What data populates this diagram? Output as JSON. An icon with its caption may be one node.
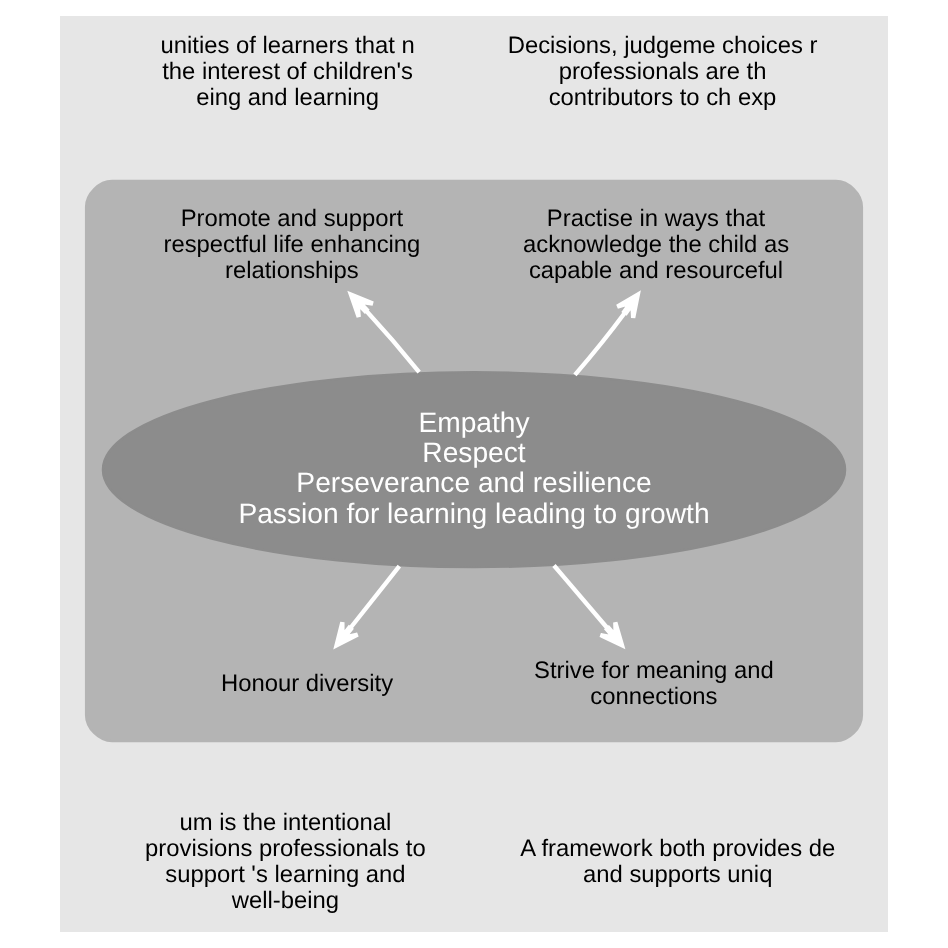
{
  "diagram": {
    "nodes": [
      {
        "text": [],
        "shape": "ellipse"
      },
      {
        "text": [
          "Empathy",
          "Respect",
          "Perseverance and resilience",
          "Passion for learning leading to growth"
        ],
        "in": 0
      },
      {
        "text": [
          "Promote and support respectful life enhancing relationships"
        ],
        "in": 0
      },
      {
        "text": [
          "Practise in ways that acknowledge the child as capable and resourceful"
        ],
        "in": 0
      },
      {
        "text": [
          "Honour diversity"
        ],
        "in": 0
      },
      {
        "text": [
          "Strive for meaning and connections"
        ],
        "in": 0
      }
    ],
    "edges": [
      {
        "from": 1,
        "to": 2,
        "arrow": "to"
      },
      {
        "from": 1,
        "to": 3,
        "arrow": "to"
      },
      {
        "from": 1,
        "to": 4,
        "arrow": "to"
      },
      {
        "from": 1,
        "to": 5,
        "arrow": "to"
      }
    ],
    "labels": [
      "unities of learners that n the interest of children's eing and learning",
      "Decisions, judgeme choices r professionals are th contributors to ch exp",
      "um is the intentional provisions professionals to support 's learning and well-being",
      "A framework both provides de and supports uniq"
    ]
  }
}
